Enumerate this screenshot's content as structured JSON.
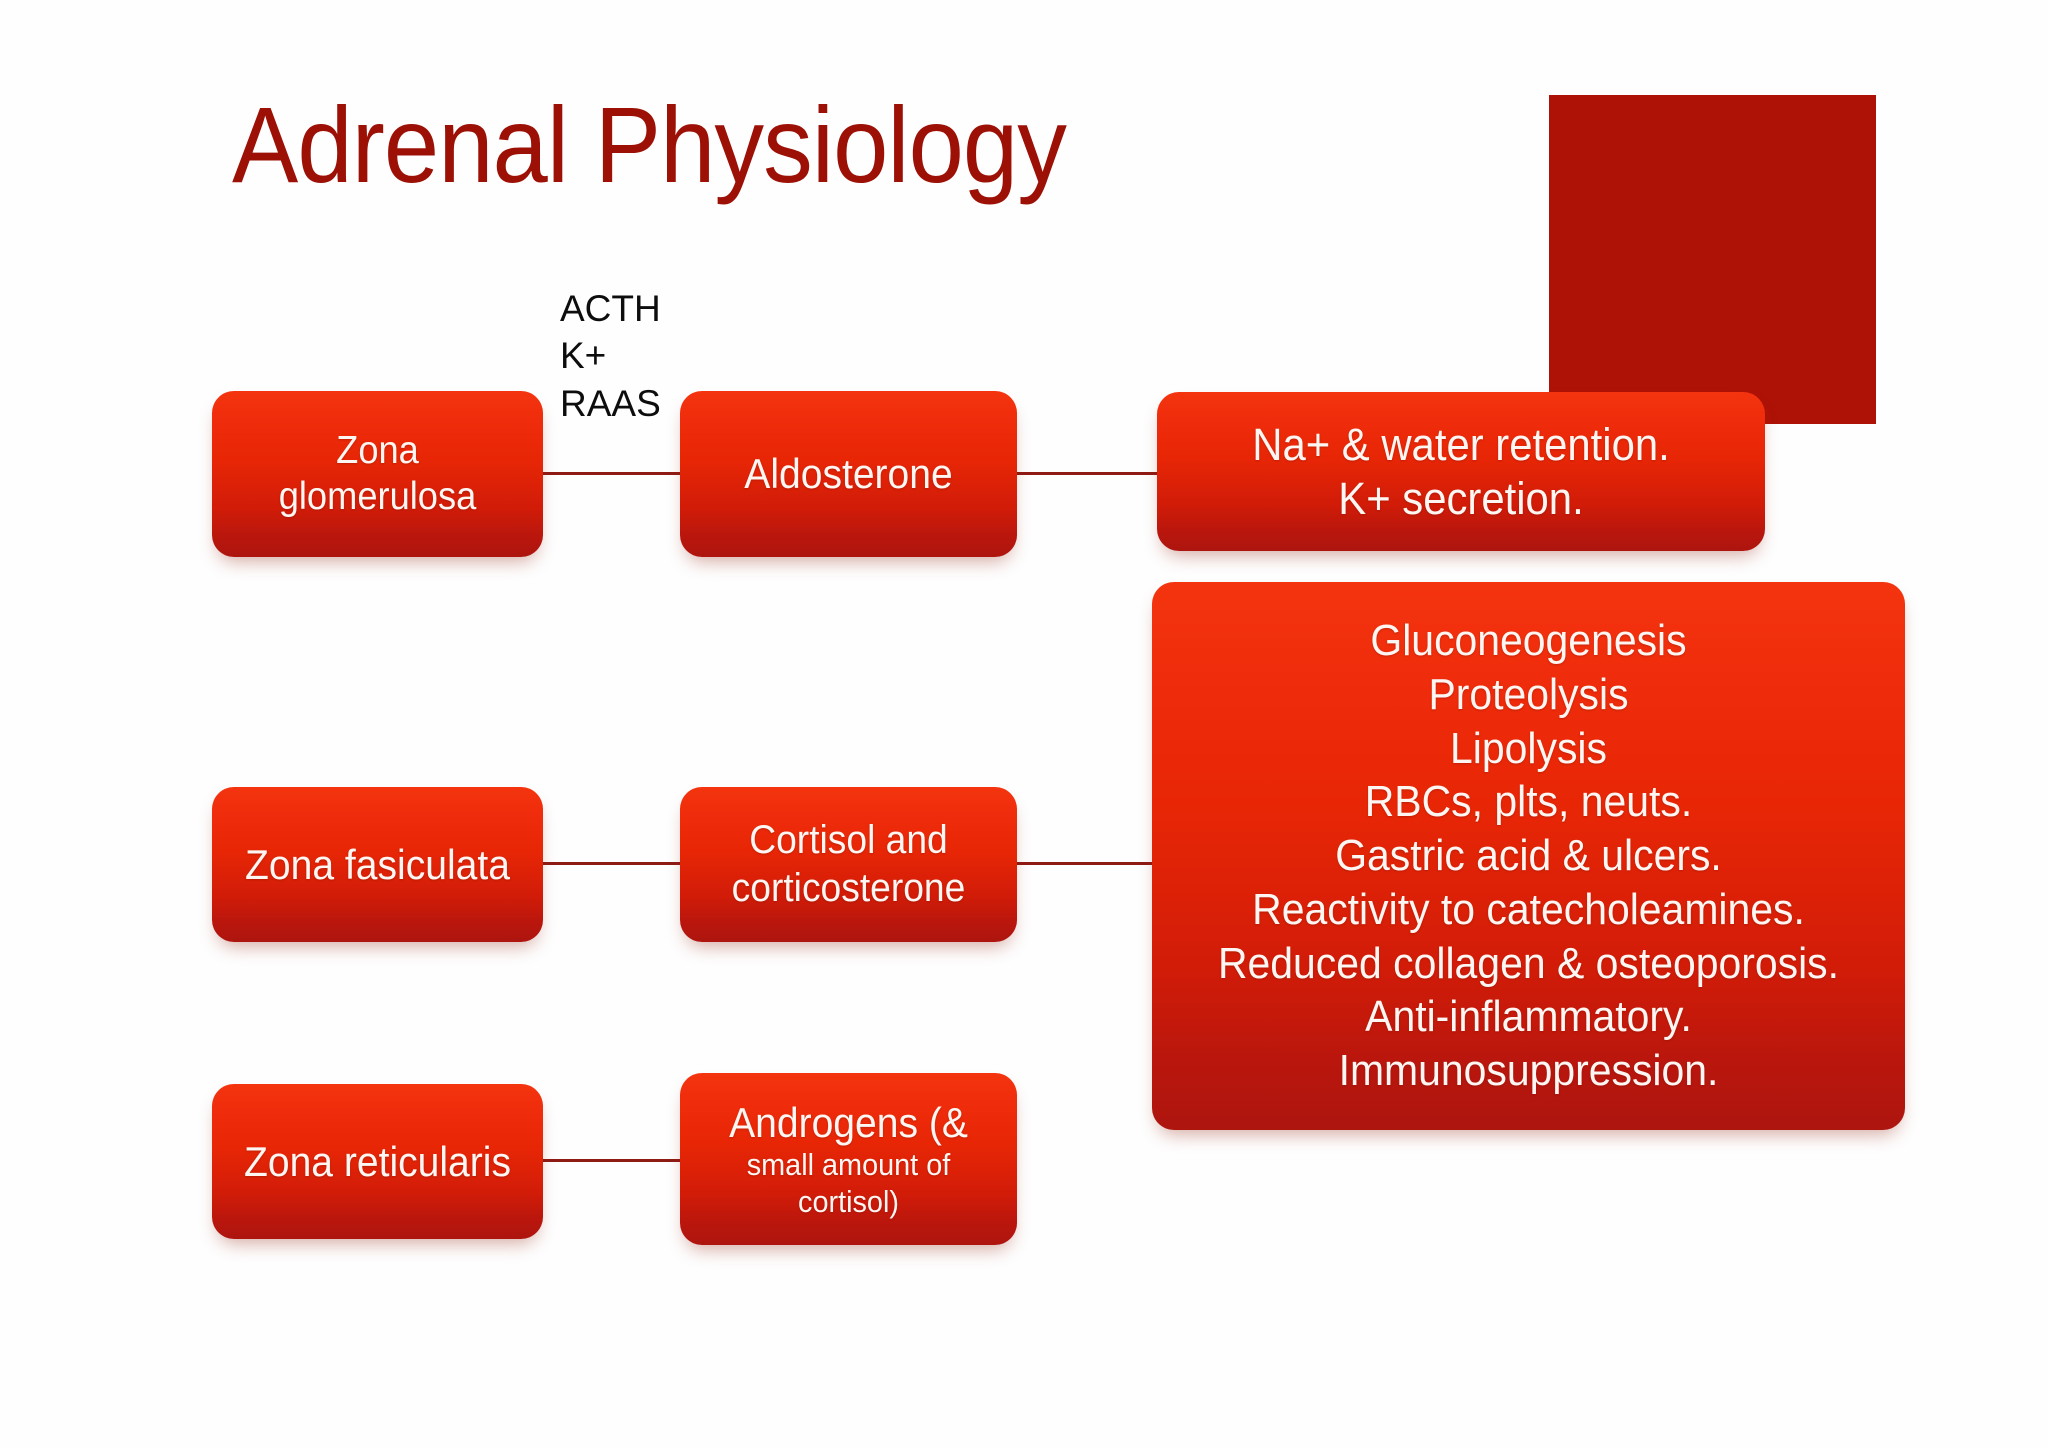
{
  "slide": {
    "title": "Adrenal Physiology",
    "background_color": "#ffffff",
    "title_color": "#9c1006",
    "accent_square_color": "#ae1206",
    "node_gradient_top": "#f4340f",
    "node_gradient_bottom": "#ad150f",
    "connector_color": "#8e1b14",
    "node_text_color": "#fdf6f2"
  },
  "labels": {
    "acth_stimulus": "ACTH\nK+\nRAAS"
  },
  "nodes": {
    "zona_glomerulosa": {
      "line1": "Zona",
      "line2": "glomerulosa"
    },
    "aldosterone": {
      "line1": "Aldosterone"
    },
    "aldosterone_effects": {
      "line1": "Na+ & water retention.",
      "line2": "K+ secretion."
    },
    "zona_fasiculata": {
      "line1": "Zona fasiculata"
    },
    "cortisol": {
      "line1": "Cortisol and",
      "line2": "corticosterone"
    },
    "cortisol_effects": {
      "line1": "Gluconeogenesis",
      "line2": "Proteolysis",
      "line3": "Lipolysis",
      "line4": "RBCs, plts, neuts.",
      "line5": "Gastric acid & ulcers.",
      "line6": "Reactivity to catecholeamines.",
      "line7": "Reduced collagen & osteoporosis.",
      "line8": "Anti-inflammatory.",
      "line9": "Immunosuppression."
    },
    "zona_reticularis": {
      "line1": "Zona reticularis"
    },
    "androgens": {
      "line1": "Androgens (&",
      "line2": "small amount of",
      "line3": "cortisol)"
    }
  }
}
